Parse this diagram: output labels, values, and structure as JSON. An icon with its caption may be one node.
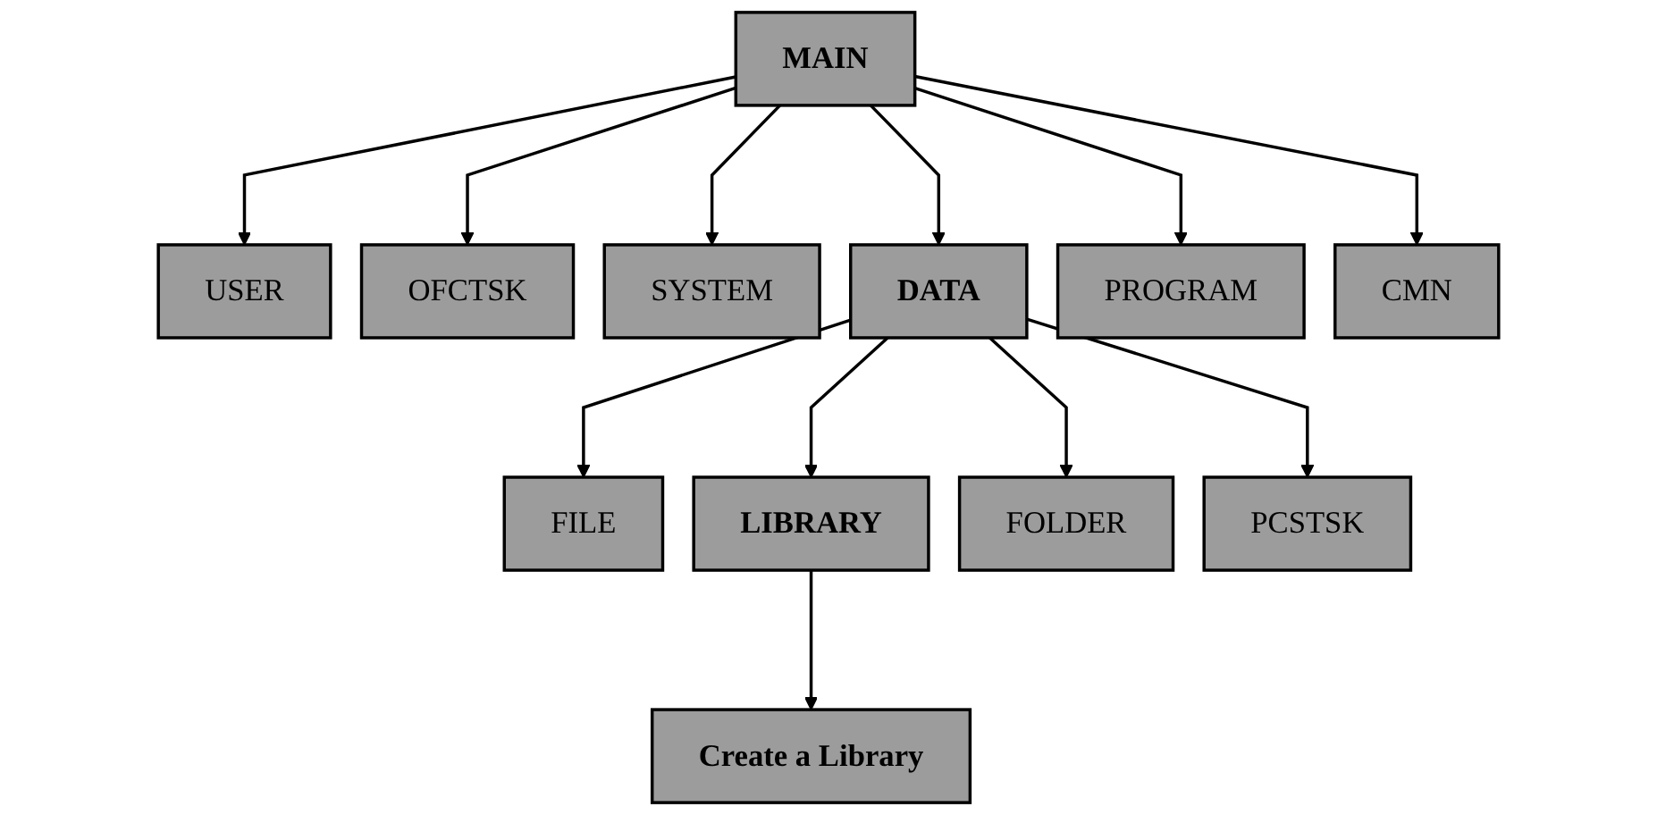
{
  "diagram": {
    "nodes": [
      {
        "text": [
          "MAIN"
        ]
      },
      {
        "text": [
          "USER"
        ]
      },
      {
        "text": [
          "OFCTSK"
        ]
      },
      {
        "text": [
          "SYSTEM"
        ]
      },
      {
        "text": [
          "DATA"
        ]
      },
      {
        "text": [
          "PROGRAM"
        ]
      },
      {
        "text": [
          "CMN"
        ]
      },
      {
        "text": [
          "FILE"
        ]
      },
      {
        "text": [
          "LIBRARY"
        ]
      },
      {
        "text": [
          "FOLDER"
        ]
      },
      {
        "text": [
          "PCSTSK"
        ]
      },
      {
        "text": [
          "Create a Library"
        ]
      }
    ],
    "edges": [
      {
        "from": 0,
        "to": 1,
        "arrow": "to"
      },
      {
        "from": 0,
        "to": 2,
        "arrow": "to"
      },
      {
        "from": 0,
        "to": 3,
        "arrow": "to"
      },
      {
        "from": 0,
        "to": 4,
        "arrow": "to"
      },
      {
        "from": 0,
        "to": 5,
        "arrow": "to"
      },
      {
        "from": 0,
        "to": 6,
        "arrow": "to"
      },
      {
        "from": 4,
        "to": 7,
        "arrow": "to"
      },
      {
        "from": 4,
        "to": 8,
        "arrow": "to"
      },
      {
        "from": 4,
        "to": 9,
        "arrow": "to"
      },
      {
        "from": 4,
        "to": 10,
        "arrow": "to"
      },
      {
        "from": 8,
        "to": 11,
        "arrow": "to"
      }
    ]
  }
}
